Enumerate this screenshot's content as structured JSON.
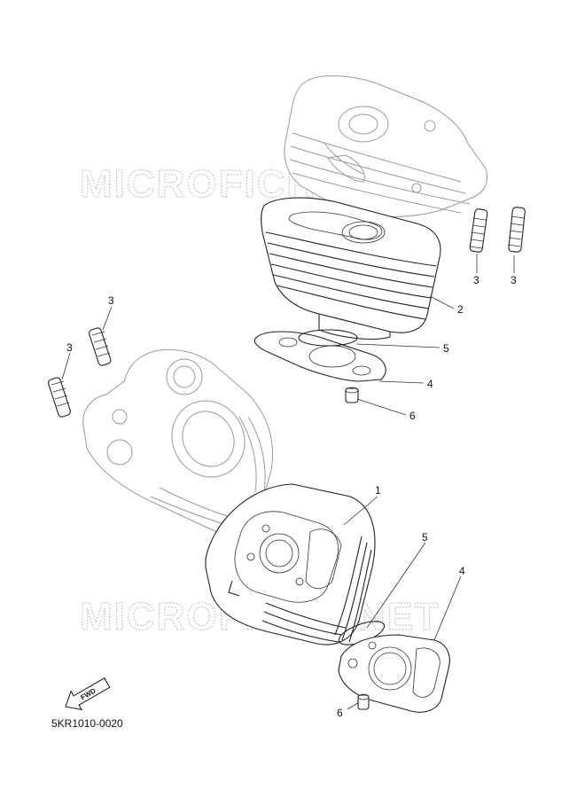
{
  "watermark": {
    "text": "MICROFICHE.NET"
  },
  "diagram_code": "5KR1010-0020",
  "fwd_label": "FWD",
  "callouts": {
    "upper_bolt_a": "3",
    "upper_bolt_b": "3",
    "upper_cylinder": "2",
    "upper_oring": "5",
    "upper_gasket": "4",
    "upper_dowel": "6",
    "lower_bolt_a": "3",
    "lower_bolt_b": "3",
    "lower_cylinder": "1",
    "lower_oring": "5",
    "lower_gasket": "4",
    "lower_dowel": "6"
  }
}
